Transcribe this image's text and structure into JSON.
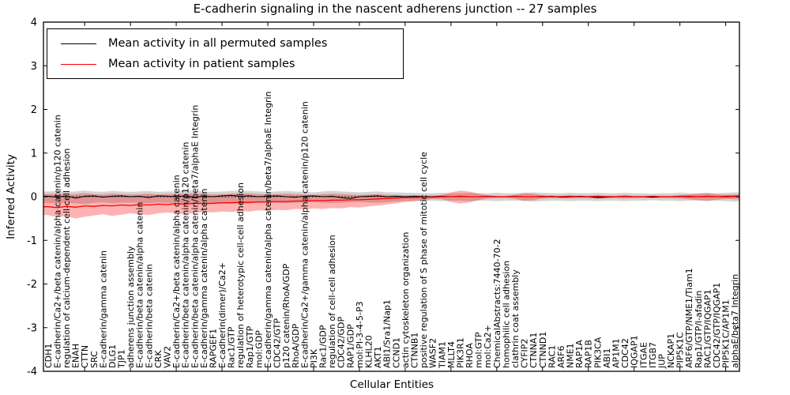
{
  "title": "E-cadherin signaling in the nascent adherens junction -- 27 samples",
  "legend": {
    "items": [
      {
        "label": "Mean activity in all permuted samples",
        "color": "#000000"
      },
      {
        "label": "Mean activity in patient samples",
        "color": "#ff0000"
      }
    ]
  },
  "chart_data": {
    "type": "line",
    "title": "E-cadherin signaling in the nascent adherens junction -- 27 samples",
    "xlabel": "Cellular Entities",
    "ylabel": "Inferred Activity",
    "ylim": [
      -4,
      4
    ],
    "yticks": [
      4,
      3,
      2,
      1,
      0,
      -1,
      -2,
      -3,
      -4
    ],
    "grid": false,
    "legend_position": "upper left",
    "zero_line": "dotted",
    "band_style": "shaded min-max envelope around each mean line",
    "categories": [
      "CDH1",
      "E-cadherin/Ca2+/beta catenin/alpha catenin/p120 catenin",
      "regulation of calcium-dependent cell-cell adhesion",
      "ENAH",
      "CTTN",
      "SRC",
      "E-cadherin/gamma catenin",
      "DLG1",
      "TJP1",
      "adherens junction assembly",
      "E-cadherin/beta catenin/alpha catenin",
      "E-cadherin/beta catenin",
      "CRK",
      "VAV2",
      "E-cadherin/Ca2+/beta catenin/alpha catenin",
      "E-cadherin/beta catenin/alpha catenin/p120 catenin",
      "E-cadherin/beta catenin/alpha catenin/beta7/alphaE Integrin",
      "E-cadherin/gamma catenin/alpha catenin",
      "RAPGEF1",
      "E-cadherin(dimer)/Ca2+",
      "Rac1/GTP",
      "regulation of heterotypic cell-cell adhesion",
      "Rap1/GTP",
      "mol:GDP",
      "E-cadherin/gamma catenin/alpha catenin/beta7/alphaE Integrin",
      "CDC42/GTP",
      "p120 catenin/RhoA/GDP",
      "RhoA/GDP",
      "E-cadherin/Ca2+/gamma catenin/alpha catenin/p120 catenin",
      "PI3K",
      "Rac1/GDP",
      "regulation of cell-cell adhesion",
      "CDC42/GDP",
      "RAP1/GDP",
      "mol:PI-3-4-5-P3",
      "KLHL20",
      "AKT1",
      "ABI1/Sra1/Nap1",
      "CCND1",
      "actin cytoskeleton organization",
      "CTNNB1",
      "positive regulation of S phase of mitotic cell cycle",
      "WASF2",
      "TIAM1",
      "MLLT4",
      "PIK3R1",
      "RHOA",
      "mol:GTP",
      "mol:Ca2+",
      "ChemicalAbstracts:7440-70-2",
      "homophilic cell adhesion",
      "clathrin coat assembly",
      "CYFIP2",
      "CTNNA1",
      "CTNND1",
      "RAC1",
      "ARF6",
      "NME1",
      "RAP1A",
      "RAP1B",
      "PIK3CA",
      "ABI1",
      "AP1M1",
      "CDC42",
      "IQGAP1",
      "ITGAE",
      "ITGB7",
      "JUP",
      "NCKAP1",
      "PIP5K1C",
      "ARF6/GTP/NME1/Tiam1",
      "Rap1/GTP/l-afadin",
      "RAC1/GTP/IQGAP1",
      "CDC42/GTP/IQGAP1",
      "PIP5K1C/AP1M1",
      "alphaE/beta7 Integrin"
    ],
    "series": [
      {
        "name": "Mean activity in all permuted samples",
        "color": "#000000",
        "band_color": "#808080",
        "band_opacity": 0.35,
        "values": [
          0.01,
          -0.01,
          0.02,
          -0.03,
          0.01,
          0.02,
          -0.01,
          0.01,
          0.02,
          0.0,
          0.01,
          -0.02,
          0.02,
          0.01,
          0.0,
          0.02,
          -0.01,
          0.01,
          0.0,
          0.02,
          0.03,
          0.01,
          0.02,
          0.0,
          0.01,
          0.02,
          0.0,
          -0.01,
          0.01,
          0.02,
          0.0,
          0.01,
          -0.02,
          -0.04,
          0.0,
          0.01,
          0.02,
          0.0,
          0.01,
          0.0,
          0.01,
          0.0,
          0.0,
          0.01,
          0.0,
          0.01,
          0.0,
          0.0,
          0.01,
          0.0,
          0.0,
          0.01,
          0.0,
          0.0,
          0.0,
          0.01,
          -0.01,
          0.0,
          0.01,
          0.0,
          -0.02,
          -0.01,
          0.0,
          0.01,
          0.0,
          0.0,
          -0.01,
          0.0,
          0.0,
          0.01,
          0.0,
          0.0,
          0.01,
          0.0,
          0.0,
          0.01
        ],
        "upper": [
          0.12,
          0.13,
          0.11,
          0.12,
          0.14,
          0.12,
          0.11,
          0.13,
          0.12,
          0.11,
          0.12,
          0.13,
          0.11,
          0.12,
          0.12,
          0.13,
          0.14,
          0.12,
          0.11,
          0.12,
          0.13,
          0.14,
          0.13,
          0.12,
          0.11,
          0.12,
          0.13,
          0.12,
          0.11,
          0.1,
          0.12,
          0.13,
          0.12,
          0.11,
          0.1,
          0.11,
          0.12,
          0.1,
          0.1,
          0.09,
          0.09,
          0.08,
          0.08,
          0.09,
          0.08,
          0.08,
          0.09,
          0.08,
          0.08,
          0.09,
          0.08,
          0.08,
          0.09,
          0.1,
          0.09,
          0.08,
          0.08,
          0.09,
          0.08,
          0.08,
          0.09,
          0.08,
          0.08,
          0.09,
          0.08,
          0.08,
          0.07,
          0.08,
          0.08,
          0.09,
          0.08,
          0.08,
          0.09,
          0.08,
          0.09,
          0.1
        ],
        "lower": [
          -0.14,
          -0.16,
          -0.13,
          -0.15,
          -0.17,
          -0.14,
          -0.13,
          -0.15,
          -0.14,
          -0.13,
          -0.14,
          -0.15,
          -0.13,
          -0.14,
          -0.14,
          -0.15,
          -0.16,
          -0.14,
          -0.13,
          -0.14,
          -0.15,
          -0.16,
          -0.15,
          -0.14,
          -0.13,
          -0.14,
          -0.15,
          -0.14,
          -0.13,
          -0.12,
          -0.14,
          -0.15,
          -0.14,
          -0.13,
          -0.12,
          -0.13,
          -0.14,
          -0.12,
          -0.11,
          -0.1,
          -0.1,
          -0.09,
          -0.09,
          -0.1,
          -0.09,
          -0.09,
          -0.1,
          -0.09,
          -0.09,
          -0.1,
          -0.09,
          -0.09,
          -0.1,
          -0.11,
          -0.1,
          -0.09,
          -0.09,
          -0.1,
          -0.09,
          -0.09,
          -0.1,
          -0.09,
          -0.09,
          -0.1,
          -0.09,
          -0.09,
          -0.08,
          -0.09,
          -0.09,
          -0.1,
          -0.09,
          -0.09,
          -0.1,
          -0.09,
          -0.1,
          -0.11
        ]
      },
      {
        "name": "Mean activity in patient samples",
        "color": "#ff0000",
        "band_color": "#ff0000",
        "band_opacity": 0.3,
        "values": [
          -0.23,
          -0.25,
          -0.22,
          -0.24,
          -0.21,
          -0.22,
          -0.2,
          -0.21,
          -0.19,
          -0.2,
          -0.18,
          -0.19,
          -0.17,
          -0.18,
          -0.16,
          -0.17,
          -0.15,
          -0.16,
          -0.15,
          -0.14,
          -0.14,
          -0.13,
          -0.13,
          -0.12,
          -0.12,
          -0.11,
          -0.11,
          -0.1,
          -0.1,
          -0.09,
          -0.09,
          -0.08,
          -0.08,
          -0.07,
          -0.07,
          -0.06,
          -0.05,
          -0.04,
          -0.03,
          -0.02,
          -0.02,
          -0.01,
          -0.01,
          0.0,
          0.0,
          0.01,
          0.0,
          0.0,
          0.01,
          0.0,
          0.0,
          0.01,
          0.0,
          0.0,
          0.01,
          0.0,
          0.0,
          0.01,
          0.0,
          0.0,
          0.01,
          0.0,
          0.0,
          0.01,
          0.0,
          0.0,
          0.01,
          0.0,
          0.0,
          0.01,
          0.01,
          0.0,
          0.01,
          0.0,
          0.01,
          0.01
        ],
        "upper": [
          0.06,
          0.07,
          0.05,
          0.06,
          0.08,
          0.06,
          0.05,
          0.07,
          0.06,
          0.05,
          0.06,
          0.07,
          0.05,
          0.06,
          0.06,
          0.07,
          0.08,
          0.06,
          0.05,
          0.06,
          0.07,
          0.08,
          0.07,
          0.06,
          0.05,
          0.06,
          0.07,
          0.06,
          0.05,
          0.04,
          0.06,
          0.07,
          0.06,
          0.05,
          0.04,
          0.05,
          0.06,
          0.04,
          0.04,
          0.03,
          0.03,
          0.03,
          0.02,
          0.04,
          0.1,
          0.14,
          0.12,
          0.07,
          0.03,
          0.02,
          0.02,
          0.04,
          0.08,
          0.07,
          0.03,
          0.02,
          0.02,
          0.03,
          0.02,
          0.02,
          0.03,
          0.02,
          0.02,
          0.03,
          0.02,
          0.02,
          0.02,
          0.02,
          0.02,
          0.03,
          0.05,
          0.07,
          0.08,
          0.06,
          0.04,
          0.05
        ],
        "lower": [
          -0.42,
          -0.47,
          -0.44,
          -0.5,
          -0.46,
          -0.43,
          -0.4,
          -0.44,
          -0.41,
          -0.38,
          -0.4,
          -0.42,
          -0.38,
          -0.36,
          -0.38,
          -0.4,
          -0.37,
          -0.35,
          -0.36,
          -0.34,
          -0.35,
          -0.33,
          -0.34,
          -0.31,
          -0.32,
          -0.3,
          -0.31,
          -0.28,
          -0.29,
          -0.27,
          -0.28,
          -0.26,
          -0.27,
          -0.24,
          -0.25,
          -0.22,
          -0.2,
          -0.18,
          -0.15,
          -0.12,
          -0.1,
          -0.08,
          -0.05,
          -0.06,
          -0.12,
          -0.16,
          -0.13,
          -0.08,
          -0.04,
          -0.03,
          -0.03,
          -0.05,
          -0.09,
          -0.08,
          -0.04,
          -0.03,
          -0.03,
          -0.04,
          -0.03,
          -0.03,
          -0.04,
          -0.03,
          -0.03,
          -0.04,
          -0.03,
          -0.03,
          -0.03,
          -0.03,
          -0.03,
          -0.04,
          -0.06,
          -0.08,
          -0.09,
          -0.07,
          -0.05,
          -0.06
        ]
      }
    ]
  }
}
